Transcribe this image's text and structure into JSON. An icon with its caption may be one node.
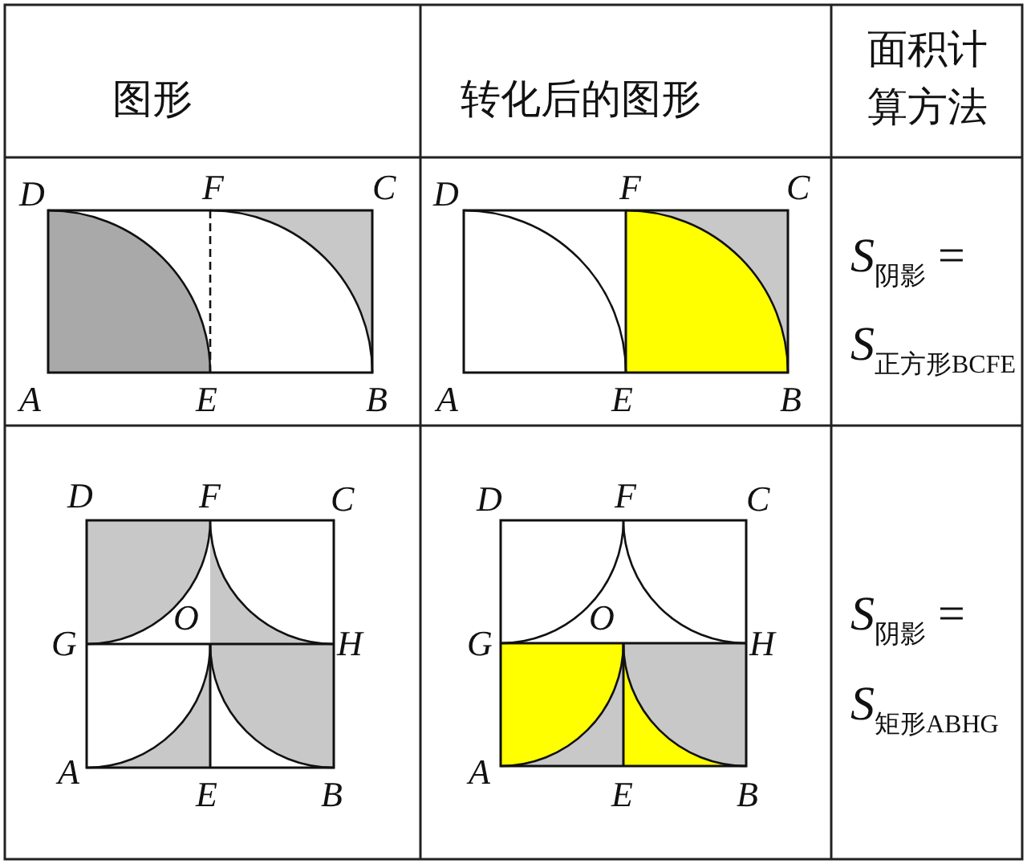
{
  "diagram": {
    "labels": [
      "图形",
      "转化后的图形",
      "面积计算方法",
      "D",
      "F",
      "C",
      "A",
      "E",
      "B",
      "D",
      "F",
      "C",
      "A",
      "E",
      "B",
      "*S*$_{阴影}$ =",
      "*S*$_{正方形BCFE}$",
      "D",
      "F",
      "C",
      "G",
      "O",
      "H",
      "A",
      "E",
      "B",
      "D",
      "F",
      "C",
      "G",
      "O",
      "H",
      "A",
      "E",
      "B",
      "*S*$_{阴影}$ =",
      "*S*$_{矩形ABHG}$"
    ]
  }
}
